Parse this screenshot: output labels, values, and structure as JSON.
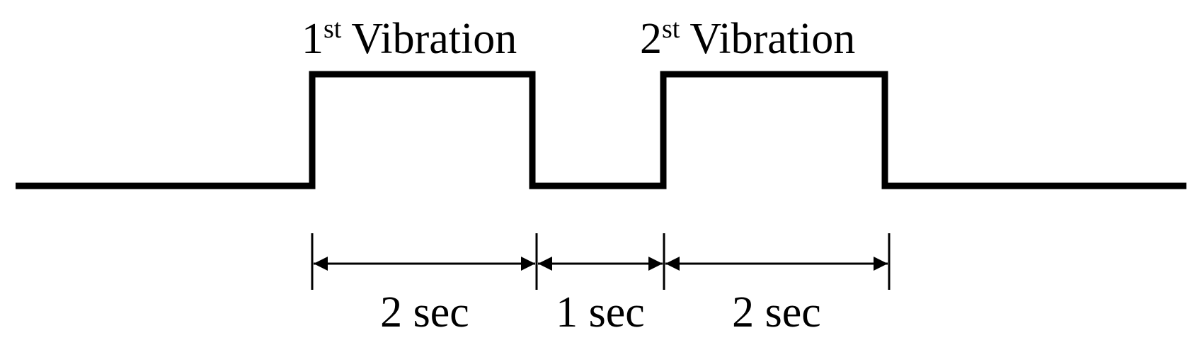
{
  "diagram": {
    "pulses": [
      {
        "number": "1",
        "suffix": "st",
        "name": "Vibration",
        "duration": "2 sec"
      },
      {
        "number": "2",
        "suffix": "st",
        "name": "Vibration",
        "duration": "2 sec"
      }
    ],
    "gap": {
      "duration": "1 sec"
    },
    "colors": {
      "line": "#000000",
      "background": "#ffffff"
    }
  }
}
